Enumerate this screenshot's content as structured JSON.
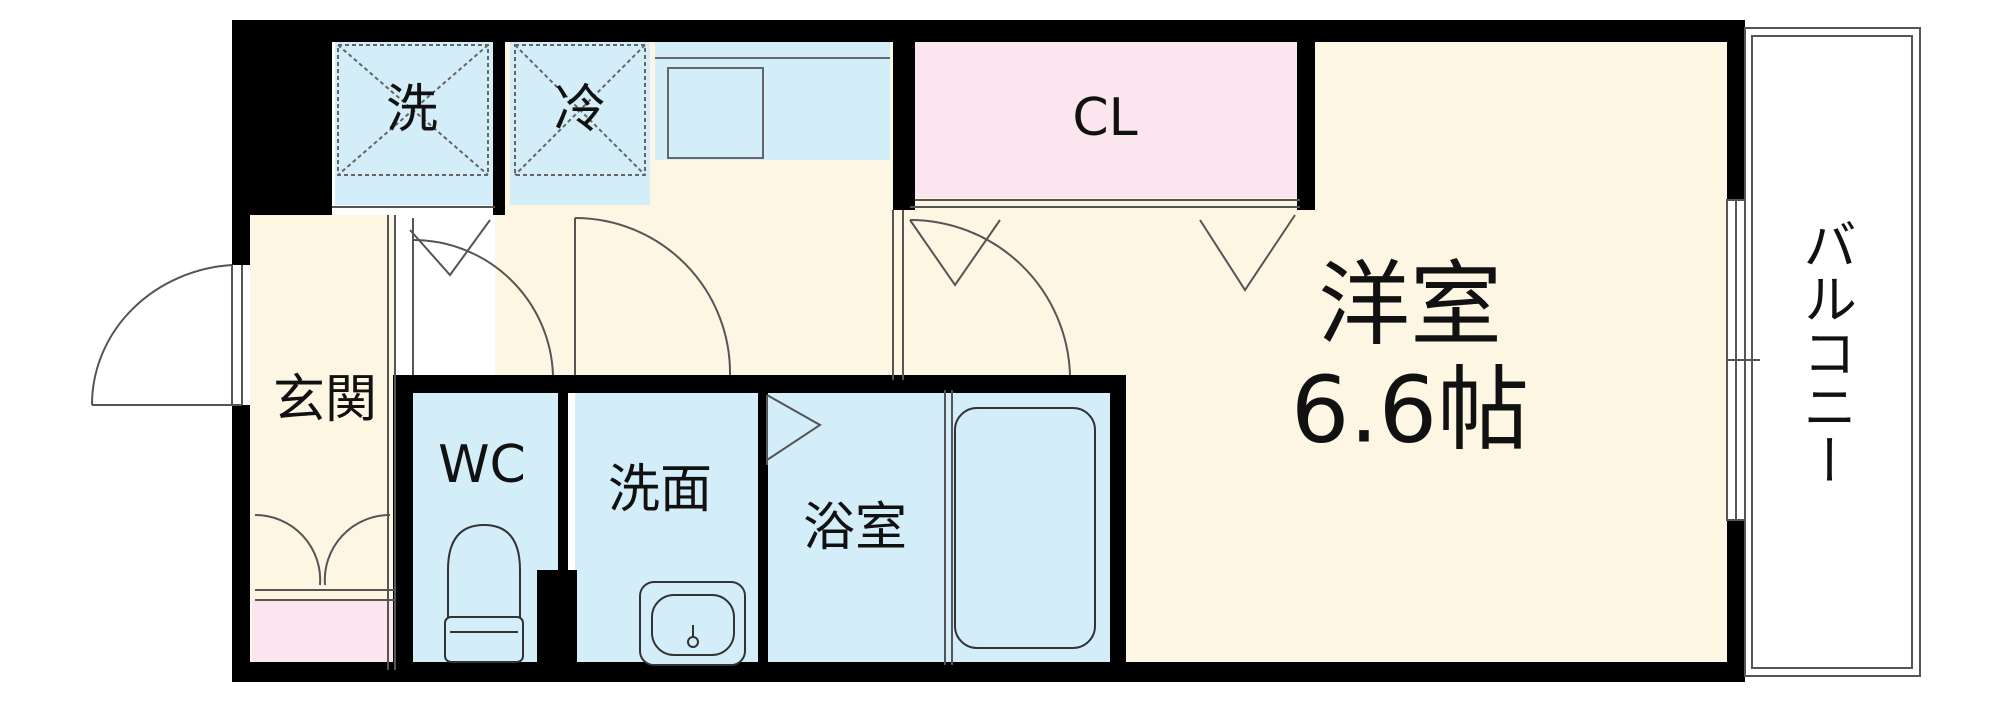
{
  "colors": {
    "floor_beige": "#fdf6e3",
    "wet_blue": "#d4eef9",
    "storage_pink": "#fbe5ee",
    "wall": "#000000",
    "line": "#333333"
  },
  "rooms": {
    "washer": "洗",
    "fridge": "冷",
    "closet": "CL",
    "entrance": "玄関",
    "toilet": "WC",
    "washroom": "洗面",
    "bath": "浴室",
    "western_name": "洋室",
    "western_size": "6.6帖",
    "balcony": "バルコニー"
  }
}
